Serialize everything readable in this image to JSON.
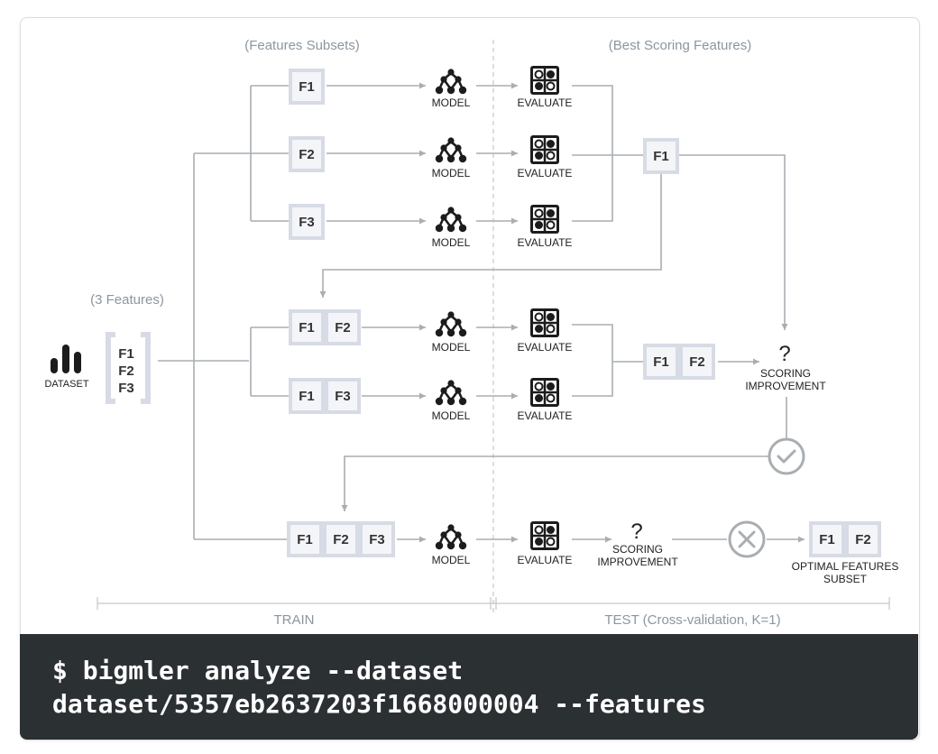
{
  "header": {
    "features_subsets": "(Features Subsets)",
    "best_scoring": "(Best Scoring Features)",
    "three_features": "(3 Features)"
  },
  "dataset": {
    "label": "DATASET",
    "features": [
      "F1",
      "F2",
      "F3"
    ]
  },
  "labels": {
    "model": "MODEL",
    "evaluate": "EVALUATE",
    "question": "?",
    "scoring_line1": "SCORING",
    "scoring_line2": "IMPROVEMENT",
    "optimal_line1": "OPTIMAL FEATURES",
    "optimal_line2": "SUBSET"
  },
  "boxes": {
    "f1": "F1",
    "f2": "F2",
    "f3": "F3"
  },
  "footer": {
    "train": "TRAIN",
    "test": "TEST (Cross-validation, K=1)"
  },
  "terminal": {
    "line1": "$ bigmler analyze --dataset",
    "line2": "dataset/5357eb2637203f1668000004 --features"
  },
  "colors": {
    "line": "#a9aeb2",
    "box_border": "#d7dbe5",
    "box_fill": "#f4f5f8",
    "icon": "#1c1c1c",
    "terminal_bg": "#2b3033"
  }
}
